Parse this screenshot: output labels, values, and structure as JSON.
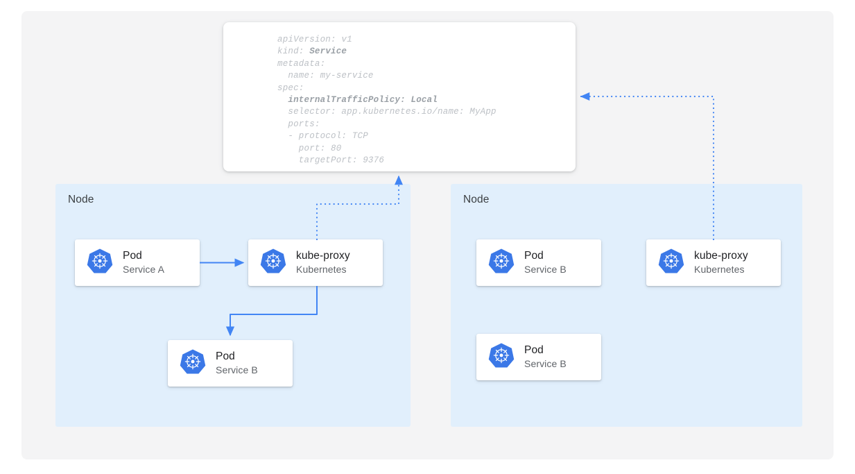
{
  "canvas": {
    "background": "#f4f4f5"
  },
  "colors": {
    "accent_blue": "#4285f4",
    "node_fill": "#e1effc",
    "logo_blue": "#3b78e7",
    "code_text": "#bdc1c6",
    "code_text_bold": "#9aa0a6",
    "title_text": "#202124",
    "subtitle_text": "#5f6368"
  },
  "code_card": {
    "name": "service-yaml-manifest",
    "lines": [
      {
        "text": "apiVersion: v1",
        "bold": false
      },
      {
        "text": "kind: ",
        "bold_suffix": "Service"
      },
      {
        "text": "metadata:",
        "bold": false
      },
      {
        "text": "  name: my-service",
        "bold": false
      },
      {
        "text": "spec:",
        "bold": false
      },
      {
        "text": "  internalTrafficPolicy: Local",
        "bold": true
      },
      {
        "text": "  selector: app.kubernetes.io/name: MyApp",
        "bold": false
      },
      {
        "text": "  ports:",
        "bold": false
      },
      {
        "text": "  - protocol: TCP",
        "bold": false
      },
      {
        "text": "    port: 80",
        "bold": false
      },
      {
        "text": "    targetPort: 9376",
        "bold": false
      }
    ],
    "plain_text": "apiVersion: v1\nkind: Service\nmetadata:\n  name: my-service\nspec:\n  internalTrafficPolicy: Local\n  selector: app.kubernetes.io/name: MyApp\n  ports:\n  - protocol: TCP\n    port: 80\n    targetPort: 9376"
  },
  "nodes": [
    {
      "label": "Node",
      "cards": [
        {
          "title": "Pod",
          "subtitle": "Service A",
          "icon": "kubernetes-logo-icon"
        },
        {
          "title": "kube-proxy",
          "subtitle": "Kubernetes",
          "icon": "kubernetes-logo-icon"
        },
        {
          "title": "Pod",
          "subtitle": "Service B",
          "icon": "kubernetes-logo-icon"
        }
      ]
    },
    {
      "label": "Node",
      "cards": [
        {
          "title": "Pod",
          "subtitle": "Service B",
          "icon": "kubernetes-logo-icon"
        },
        {
          "title": "kube-proxy",
          "subtitle": "Kubernetes",
          "icon": "kubernetes-logo-icon"
        },
        {
          "title": "Pod",
          "subtitle": "Service B",
          "icon": "kubernetes-logo-icon"
        }
      ]
    }
  ],
  "connections": [
    {
      "name": "pod-a-to-kube-proxy",
      "style": "solid",
      "from": "Pod Service A",
      "to": "kube-proxy (left node)"
    },
    {
      "name": "kube-proxy-to-pod-service-b",
      "style": "solid",
      "from": "kube-proxy (left node)",
      "to": "Pod Service B (left node)"
    },
    {
      "name": "left-kube-proxy-to-manifest",
      "style": "dotted",
      "from": "kube-proxy (left node)",
      "to": "service-yaml-manifest"
    },
    {
      "name": "right-kube-proxy-to-manifest",
      "style": "dotted",
      "from": "kube-proxy (right node)",
      "to": "service-yaml-manifest"
    }
  ]
}
